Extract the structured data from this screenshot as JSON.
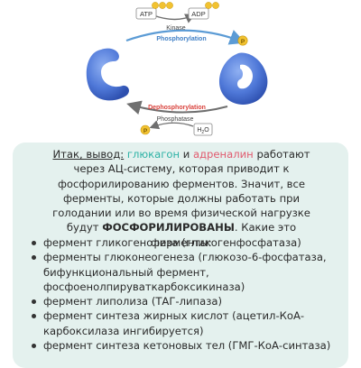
{
  "diagram": {
    "atp_label": "ATP",
    "adp_label": "ADP",
    "kinase_label": "Kinase",
    "phosphorylation_label": "Phosphorylation",
    "dephosphorylation_label": "Dephosphorylation",
    "phosphatase_label": "Phosphatase",
    "h2o_label": "H",
    "h2o_sub": "2",
    "h2o_tail": "O",
    "p_label": "P",
    "colors": {
      "phosphate": "#f2c230",
      "protein": "#4a73d6",
      "phosphorylation_arrow": "#5b9bd5",
      "dephosphorylation_text": "#d9423c"
    }
  },
  "text": {
    "part1": "Итак, вывод:",
    "part2": " ",
    "glucagon": "глюкагон",
    "part3": " и ",
    "adrenaline": "адреналин",
    "part4": " работают через АЦ-систему, которая приводит к фосфорилированию ферментов. Значит, все ферменты, которые должны работать при голодании или во время физической нагрузке будут ",
    "bold": "ФОСФОРИЛИРОВАНЫ",
    "part5": ". Какие это ферменты:"
  },
  "enzymes": [
    "фермент гликогенолиза (гликогенфосфатаза)",
    "ферменты глюконеогенеза (глюкозо-6-фосфатаза, бифункциональный фермент, фосфоенолпируваткарбоксикиназа)",
    "фермент липолиза (ТАГ-липаза)",
    "фермент синтеза жирных кислот (ацетил-КоА-карбоксилаза ингибируется)",
    "фермент синтеза кетоновых тел (ГМГ-КоА-синтаза)"
  ]
}
